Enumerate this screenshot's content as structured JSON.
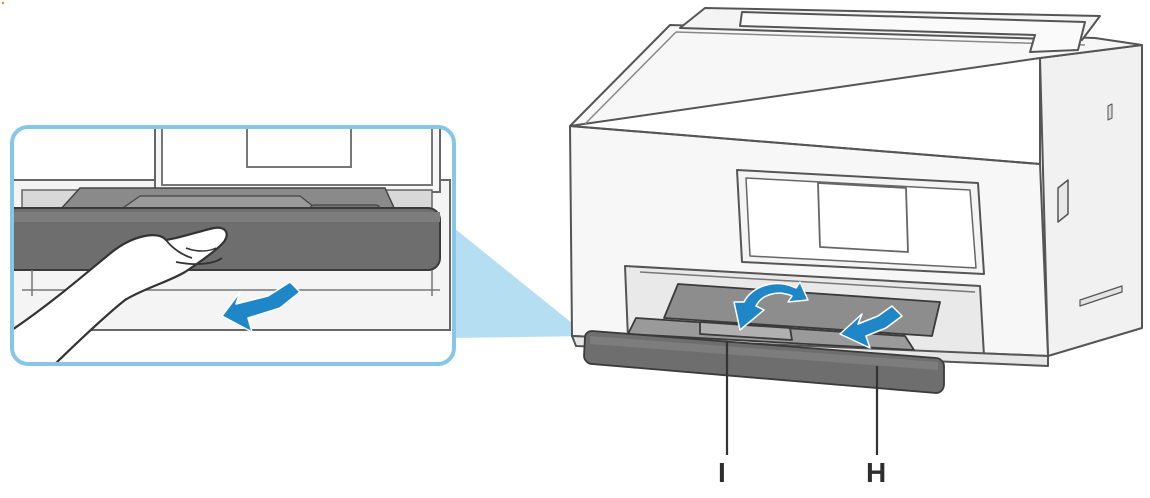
{
  "figure": {
    "description_type": "printer-instruction-illustration",
    "callouts": [
      {
        "id": "I",
        "label": "I"
      },
      {
        "id": "H",
        "label": "H"
      }
    ],
    "colors": {
      "accent_blue": "#1f86c8",
      "zoom_frame": "#86c7e8",
      "zoom_beam": "#a9d8f0",
      "printer_body": "#f7f7f7",
      "printer_outline": "#555555",
      "tray_dark": "#6e6e6e",
      "tray_mid": "#8a8a8a"
    }
  }
}
